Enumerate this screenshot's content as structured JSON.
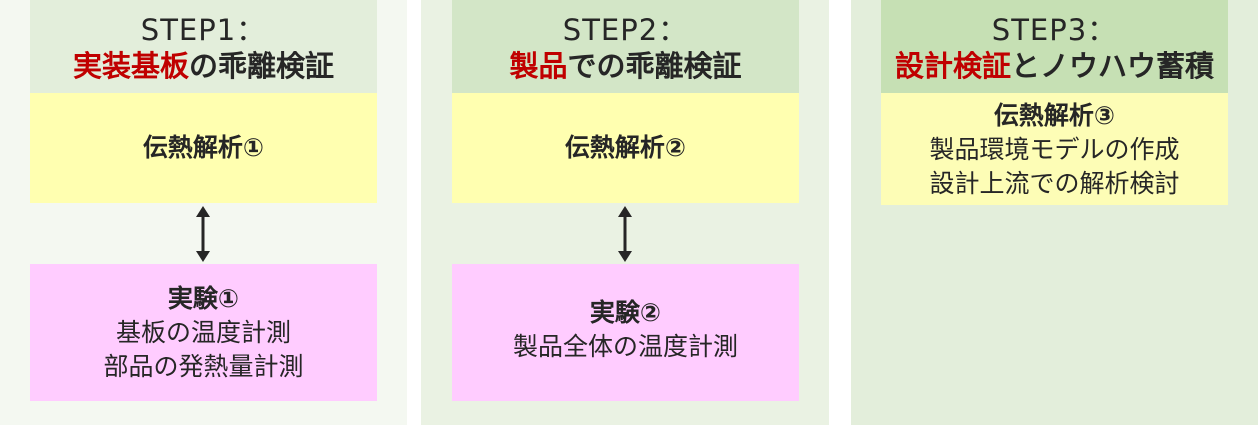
{
  "steps": [
    {
      "label": "STEP1：",
      "title_highlight": "実装基板",
      "title_rest": "の乖離検証",
      "analysis_title": "伝熱解析①",
      "experiment_title": "実験①",
      "experiment_lines": [
        "基板の温度計測",
        "部品の発熱量計測"
      ]
    },
    {
      "label": "STEP2：",
      "title_highlight": "製品",
      "title_rest": "での乖離検証",
      "analysis_title": "伝熱解析②",
      "experiment_title": "実験②",
      "experiment_lines": [
        "製品全体の温度計測"
      ]
    },
    {
      "label": "STEP3：",
      "title_highlight": "設計検証",
      "title_rest": "とノウハウ蓄積",
      "analysis_title": "伝熱解析③",
      "analysis_lines": [
        "製品環境モデルの作成",
        "設計上流での解析検討"
      ]
    }
  ],
  "colors": {
    "highlight": "#c00000",
    "analysis_box": "#ffffb0",
    "experiment_box": "#ffccff",
    "arrow": "#262626"
  },
  "icons": {
    "link_arrow": "double-headed-vertical-arrow"
  }
}
